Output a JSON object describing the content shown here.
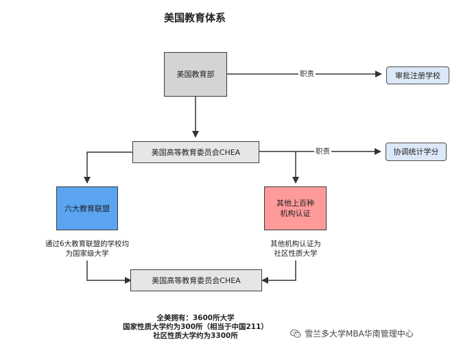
{
  "title": "美国教育体系",
  "nodes": {
    "doe": "美国教育部",
    "approve": "审批注册学校",
    "chea_top": "美国高等教育委员会CHEA",
    "coordinate": "协调统计学分",
    "six_alliance": "六大教育联盟",
    "other_accreditation": "其他上百种\n机构认证",
    "chea_bottom": "美国高等教育委员会CHEA"
  },
  "edge_labels": {
    "doe_duty": "职责",
    "chea_duty": "职责"
  },
  "notes": {
    "six_alliance_note": "通过6大教育联盟的学校均\n为国家级大学",
    "other_note": "其他机构认证为\n社区性质大学"
  },
  "footer": {
    "line1": "全美拥有：3600所大学",
    "line2": "国家性质大学约为300所（相当于中国211）",
    "line3": "社区性质大学约为3300所"
  },
  "watermark": {
    "icon": "wechat-icon",
    "text": "雪兰多大学MBA华南管理中心"
  },
  "colors": {
    "dark_gray_box": "#d4d4d4",
    "light_gray_box": "#e6e6e6",
    "blue_box": "#5aa4f0",
    "pink_box": "#ff9a9a",
    "light_blue_box": "#dbe8f7"
  }
}
